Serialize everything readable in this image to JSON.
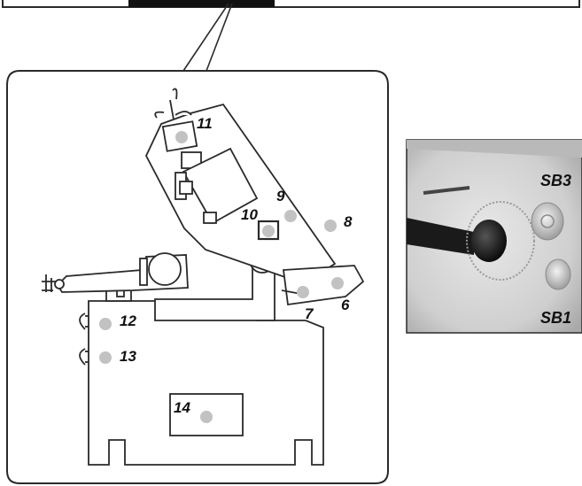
{
  "colors": {
    "outline": "#2a2a2a",
    "marker": "#c2c2c2",
    "photo_bg": "#d9d9d9",
    "knob": "#1a1a1a"
  },
  "diagram": {
    "callouts": [
      "11",
      "9",
      "10",
      "8",
      "7",
      "6",
      "12",
      "13",
      "14"
    ],
    "photo_labels": [
      "SB3",
      "SB1"
    ]
  }
}
